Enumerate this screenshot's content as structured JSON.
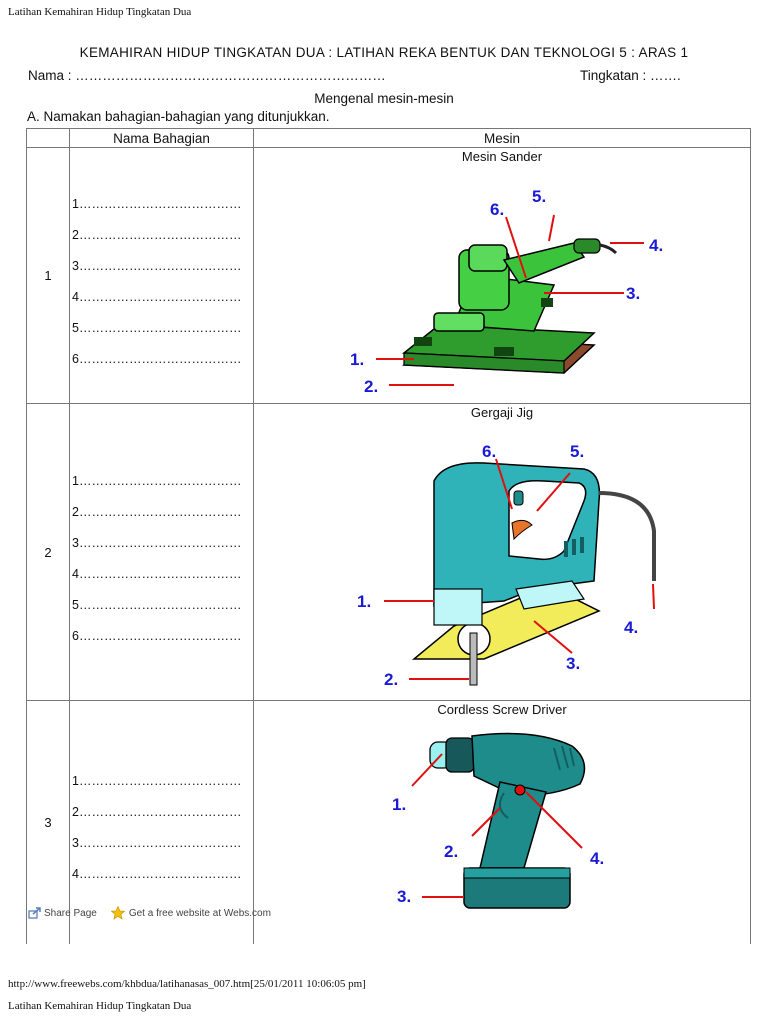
{
  "browser": {
    "header_title": "Latihan Kemahiran Hidup Tingkatan Dua",
    "footer_url": "http://www.freewebs.com/khbdua/latihanasas_007.htm[25/01/2011 10:06:05 pm]",
    "footer_title": "Latihan Kemahiran Hidup Tingkatan Dua"
  },
  "worksheet": {
    "title": "KEMAHIRAN HIDUP TINGKATAN DUA : LATIHAN REKA BENTUK DAN TEKNOLOGI 5 : ARAS 1",
    "name_line": "Nama : ……………………………………………………………",
    "form_line": "Tingkatan : …….",
    "section_title": "Mengenal mesin-mesin",
    "instruction": "A. Namakan bahagian-bahagian yang ditunjukkan."
  },
  "table": {
    "headers": [
      "Nama Bahagian",
      "Mesin"
    ],
    "rows": [
      {
        "number": "1",
        "machine": "Mesin Sander",
        "lines": [
          "1…………………………………",
          "2…………………………………",
          "3…………………………………",
          "4…………………………………",
          "5…………………………………",
          "6…………………………………"
        ],
        "labels": [
          "1.",
          "2.",
          "3.",
          "4.",
          "5.",
          "6."
        ]
      },
      {
        "number": "2",
        "machine": "Gergaji Jig",
        "lines": [
          "1…………………………………",
          "2…………………………………",
          "3…………………………………",
          "4…………………………………",
          "5…………………………………",
          "6…………………………………"
        ],
        "labels": [
          "1.",
          "2.",
          "3.",
          "4.",
          "5.",
          "6."
        ]
      },
      {
        "number": "3",
        "machine": "Cordless Screw Driver",
        "lines": [
          "1…………………………………",
          "2…………………………………",
          "3…………………………………",
          "4…………………………………"
        ],
        "labels": [
          "1.",
          "2.",
          "3.",
          "4."
        ]
      }
    ]
  },
  "share_bar": {
    "share_label": "Share Page",
    "website_label": "Get a free website at Webs.com"
  },
  "colors": {
    "label_blue": "#1a1ad6",
    "arrow_red": "#e01010",
    "sander_green": "#3bc43b",
    "jig_teal": "#2fb3b8",
    "driver_teal": "#1f8c8c"
  }
}
